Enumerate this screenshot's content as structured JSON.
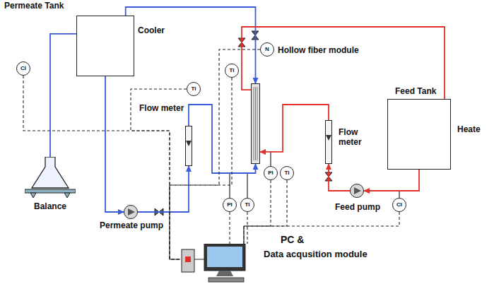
{
  "diagram": {
    "nodes": [
      {
        "text": [
          "Permeate Tank",
          "Cooler"
        ]
      },
      {
        "text": [
          "Feed Tank",
          "Heate"
        ]
      },
      {
        "text": [
          "Hollow fiber module"
        ]
      },
      {
        "text": [
          "Flow meter"
        ]
      },
      {
        "text": [
          "Flow meter"
        ]
      },
      {
        "text": [
          "Balance"
        ]
      },
      {
        "text": [
          "Permeate pump"
        ]
      },
      {
        "text": [
          "Feed pump"
        ]
      },
      {
        "text": [
          "PC &",
          "Data acqusition module"
        ]
      },
      {
        "text": [
          "CI"
        ]
      },
      {
        "text": [
          "TI"
        ]
      },
      {
        "text": [
          "TI"
        ]
      },
      {
        "text": [
          "N"
        ]
      },
      {
        "text": [
          "PI"
        ]
      },
      {
        "text": [
          "TI"
        ]
      },
      {
        "text": [
          "PI"
        ]
      },
      {
        "text": [
          "TI"
        ]
      },
      {
        "text": [
          "CI"
        ]
      }
    ],
    "edges": [
      {
        "from": 0,
        "to": 6,
        "arrow": "to"
      },
      {
        "from": 6,
        "to": 3,
        "arrow": "to"
      },
      {
        "from": 3,
        "to": 2,
        "arrow": "to"
      },
      {
        "from": 0,
        "to": 2,
        "arrow": "to"
      },
      {
        "from": 0,
        "to": 5,
        "arrow": "none"
      },
      {
        "from": 1,
        "to": 7,
        "arrow": "to"
      },
      {
        "from": 7,
        "to": 4,
        "arrow": "to"
      },
      {
        "from": 4,
        "to": 2,
        "arrow": "to"
      },
      {
        "from": 2,
        "to": 1,
        "arrow": "none"
      },
      {
        "from": 9,
        "to": 8,
        "arrow": "none"
      },
      {
        "from": 10,
        "to": 8,
        "arrow": "none"
      },
      {
        "from": 11,
        "to": 8,
        "arrow": "none"
      },
      {
        "from": 12,
        "to": 8,
        "arrow": "none"
      },
      {
        "from": 13,
        "to": 8,
        "arrow": "none"
      },
      {
        "from": 14,
        "to": 8,
        "arrow": "none"
      },
      {
        "from": 15,
        "to": 8,
        "arrow": "none"
      },
      {
        "from": 16,
        "to": 8,
        "arrow": "none"
      },
      {
        "from": 17,
        "to": 8,
        "arrow": "none"
      }
    ]
  }
}
